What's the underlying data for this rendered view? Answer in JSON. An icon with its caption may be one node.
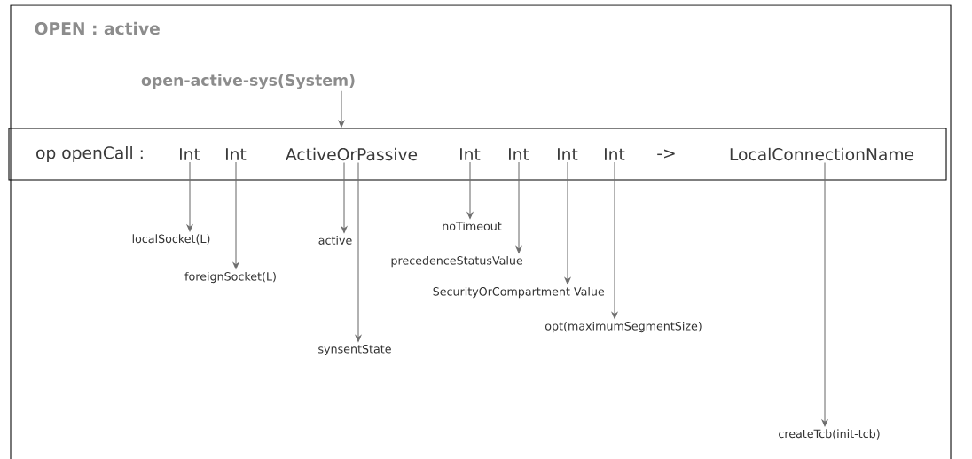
{
  "diagram": {
    "title": "OPEN : active",
    "nodes": [
      {
        "text": [
          "open-active-sys(System)"
        ]
      },
      {
        "text": [],
        "shape": "box"
      },
      {
        "text": [
          "op openCall :"
        ],
        "in": 1
      },
      {
        "text": [
          "Int"
        ],
        "in": 1
      },
      {
        "text": [
          "Int"
        ],
        "in": 1
      },
      {
        "text": [
          "ActiveOrPassive"
        ],
        "in": 1
      },
      {
        "text": [
          "Int"
        ],
        "in": 1
      },
      {
        "text": [
          "Int"
        ],
        "in": 1
      },
      {
        "text": [
          "Int"
        ],
        "in": 1
      },
      {
        "text": [
          "Int"
        ],
        "in": 1
      },
      {
        "text": [
          "->"
        ],
        "in": 1
      },
      {
        "text": [
          "LocalConnectionName"
        ],
        "in": 1
      },
      {
        "text": [
          "localSocket(L)"
        ]
      },
      {
        "text": [
          "foreignSocket(L)"
        ]
      },
      {
        "text": [
          "active"
        ]
      },
      {
        "text": [
          "noTimeout"
        ]
      },
      {
        "text": [
          "precedenceStatusValue"
        ]
      },
      {
        "text": [
          "SecurityOrCompartment Value"
        ]
      },
      {
        "text": [
          "opt(maximumSegmentSize)"
        ]
      },
      {
        "text": [
          "synsentState"
        ]
      },
      {
        "text": [
          "createTcb(init-tcb)"
        ]
      }
    ],
    "edges": [
      {
        "from": 0,
        "to": 1,
        "arrow": "to"
      },
      {
        "from": 3,
        "to": 12,
        "arrow": "to"
      },
      {
        "from": 4,
        "to": 13,
        "arrow": "to"
      },
      {
        "from": 5,
        "to": 14,
        "arrow": "to"
      },
      {
        "from": 5,
        "to": 19,
        "arrow": "to"
      },
      {
        "from": 6,
        "to": 15,
        "arrow": "to"
      },
      {
        "from": 7,
        "to": 16,
        "arrow": "to"
      },
      {
        "from": 8,
        "to": 17,
        "arrow": "to"
      },
      {
        "from": 9,
        "to": 18,
        "arrow": "to"
      },
      {
        "from": 11,
        "to": 20,
        "arrow": "to"
      }
    ]
  }
}
